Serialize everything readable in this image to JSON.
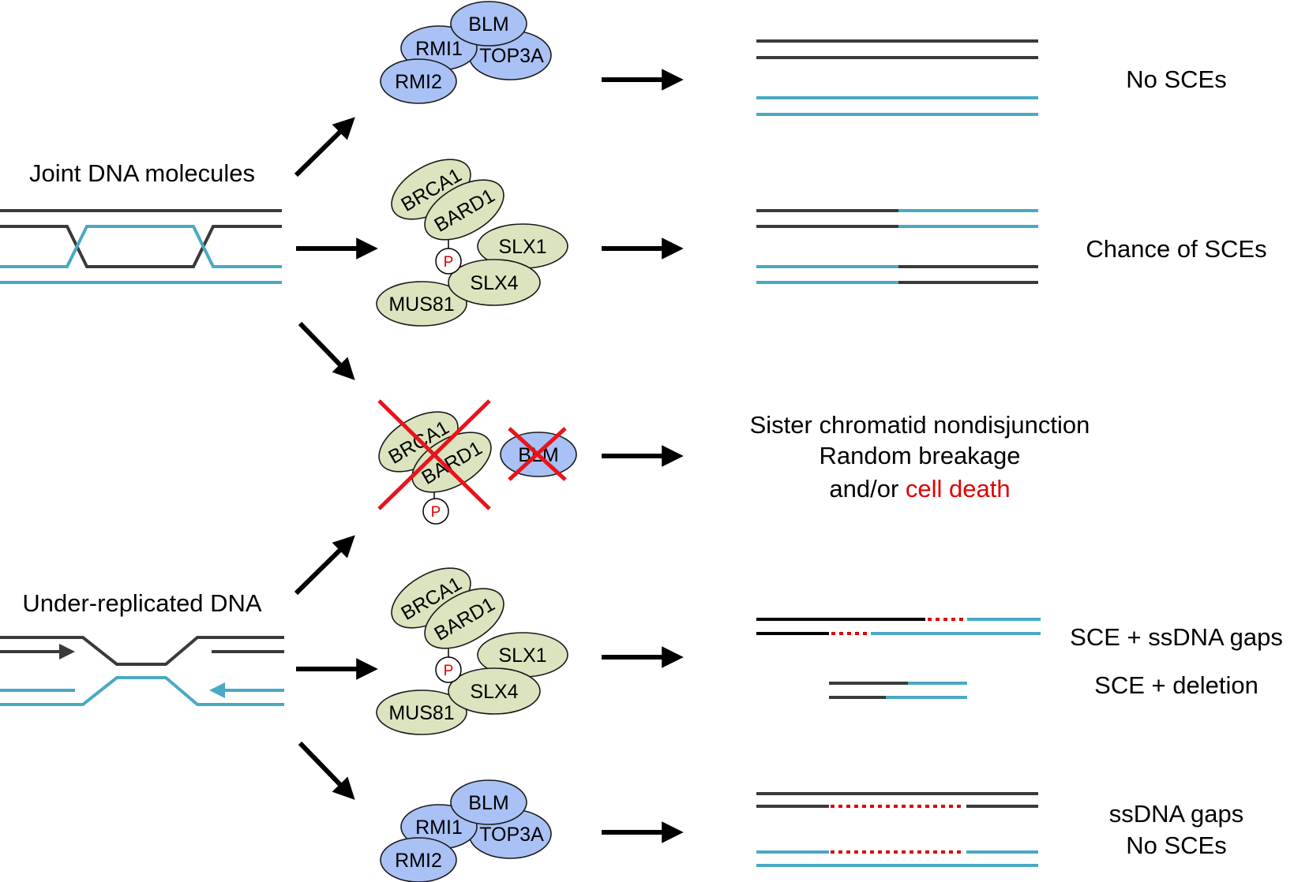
{
  "labels": {
    "joint": "Joint DNA molecules",
    "under": "Under-replicated DNA",
    "no_sces": "No SCEs",
    "chance": "Chance of SCEs",
    "sister": "Sister chromatid nondisjunction",
    "random": "Random breakage",
    "andor": "and/or ",
    "death": "cell death",
    "sce_gaps": "SCE + ssDNA gaps",
    "sce_del": "SCE + deletion",
    "ss_gaps": "ssDNA gaps",
    "no_sces2": "No SCEs"
  },
  "proteins": {
    "blm": "BLM",
    "rmi1": "RMI1",
    "top3a": "TOP3A",
    "rmi2": "RMI2",
    "brca1": "BRCA1",
    "bard1": "BARD1",
    "slx1": "SLX1",
    "slx4": "SLX4",
    "mus81": "MUS81",
    "p": "P"
  },
  "colors": {
    "dark_strand": "#3a3a3a",
    "blue_strand": "#4aa9c4",
    "blue_protein": "#a9c1f4",
    "green_protein": "#dce4bf",
    "red": "#e00000"
  }
}
